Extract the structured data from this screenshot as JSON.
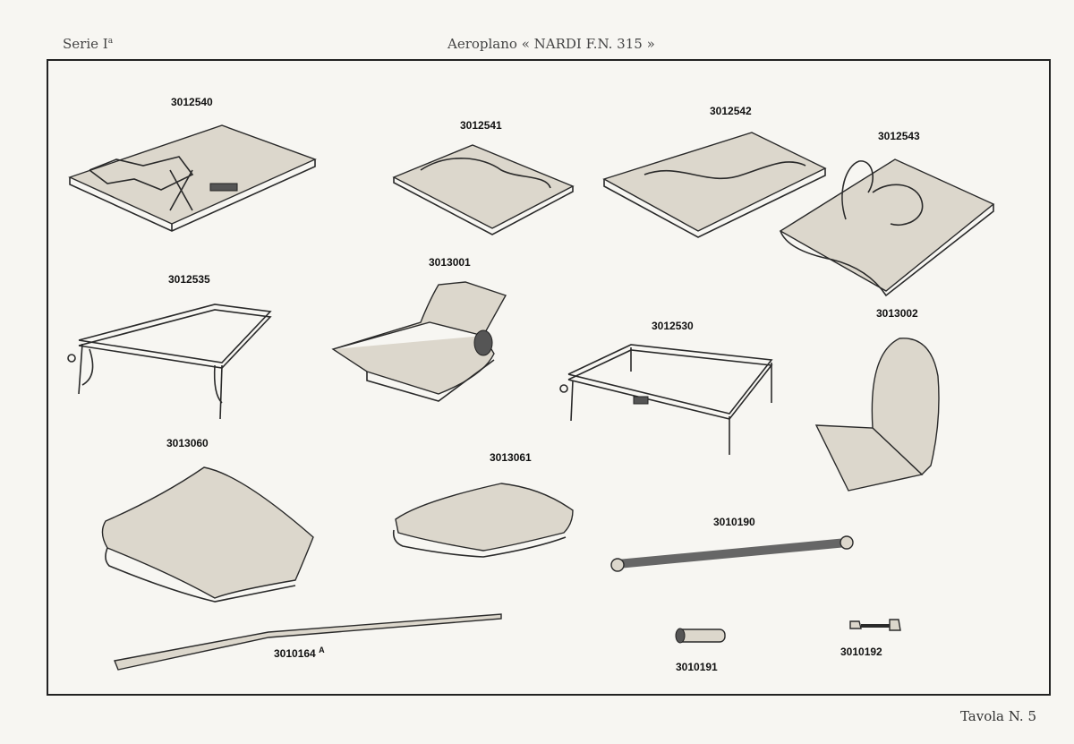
{
  "header": {
    "left": "Serie I",
    "left_sup": "a",
    "center": "Aeroplano « NARDI F.N. 315 »"
  },
  "footer": {
    "plate": "Tavola N. 5"
  },
  "parts": {
    "p3012540": "3012540",
    "p3012541": "3012541",
    "p3012542": "3012542",
    "p3012543": "3012543",
    "p3012535": "3012535",
    "p3013001": "3013001",
    "p3012530": "3012530",
    "p3013002": "3013002",
    "p3013060": "3013060",
    "p3013061": "3013061",
    "p3010190": "3010190",
    "p3010164": "3010164",
    "p3010164_suffix": "A",
    "p3010191": "3010191",
    "p3010192": "3010192"
  }
}
